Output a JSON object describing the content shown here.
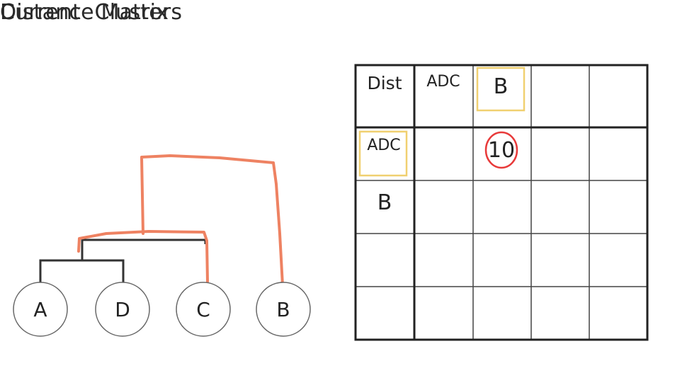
{
  "left_panel": {
    "title": "Current  Clusters",
    "nodes": [
      "A",
      "D",
      "C",
      "B"
    ]
  },
  "right_panel": {
    "title": "Distance Matrix",
    "corner_label": "Dist",
    "column_headers": [
      "ADC",
      "B",
      "",
      ""
    ],
    "row_headers": [
      "ADC",
      "B",
      "",
      ""
    ],
    "highlighted_value": "10"
  },
  "colors": {
    "dendrogram_black": "#333333",
    "dendrogram_orange": "#ee8262",
    "highlight_box": "#f0d070",
    "circle_mark": "#e83a3a",
    "grid": "#222222"
  }
}
